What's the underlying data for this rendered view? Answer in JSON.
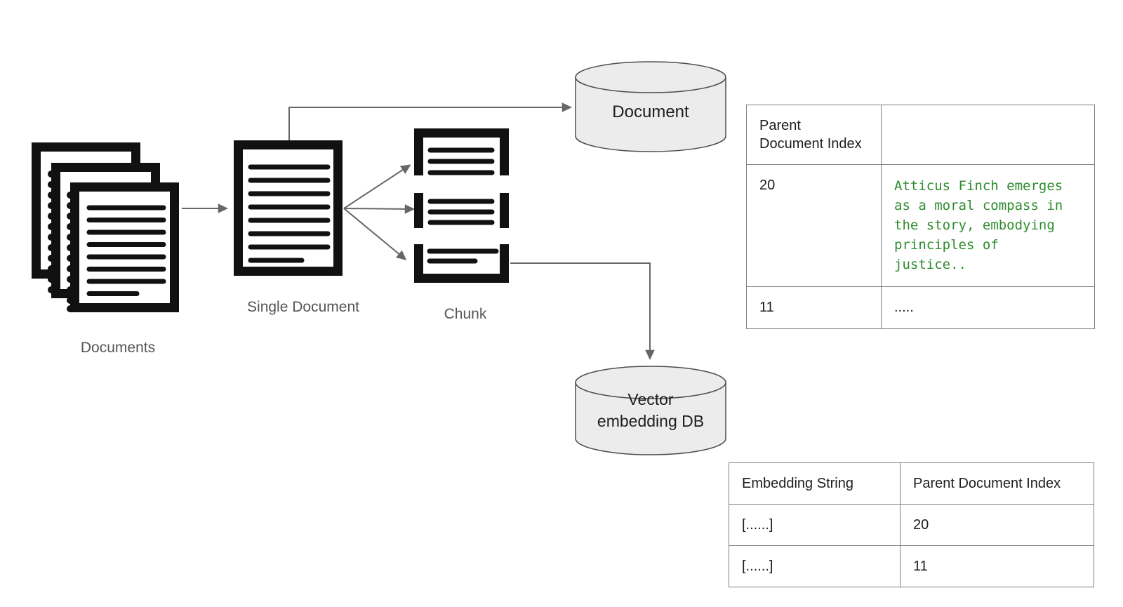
{
  "nodes": {
    "documents": {
      "label": "Documents"
    },
    "single_document": {
      "label": "Single Document"
    },
    "chunk": {
      "label": "Chunk"
    },
    "document_store": {
      "label": "Document"
    },
    "vector_store": {
      "label": "Vector\nembedding DB"
    }
  },
  "document_table": {
    "headers": {
      "col1": "Parent\nDocument Index",
      "col2": ""
    },
    "rows": [
      {
        "index": "20",
        "content": "Atticus Finch emerges as a moral compass in the story, embodying principles of justice.."
      },
      {
        "index": "11",
        "content": "....."
      }
    ]
  },
  "embedding_table": {
    "headers": {
      "col1": "Embedding String",
      "col2": "Parent Document Index"
    },
    "rows": [
      {
        "embedding": "[......]",
        "index": "20"
      },
      {
        "embedding": "[......]",
        "index": "11"
      }
    ]
  },
  "colors": {
    "chunk_text_green": "#2e8b2e",
    "arrow_gray": "#666666",
    "icon_black": "#111111",
    "cylinder_fill": "#ececec",
    "cylinder_stroke": "#4d4d4d",
    "table_border": "#7f7f7f",
    "label_gray": "#555555",
    "table_text": "#1d1d1d"
  }
}
